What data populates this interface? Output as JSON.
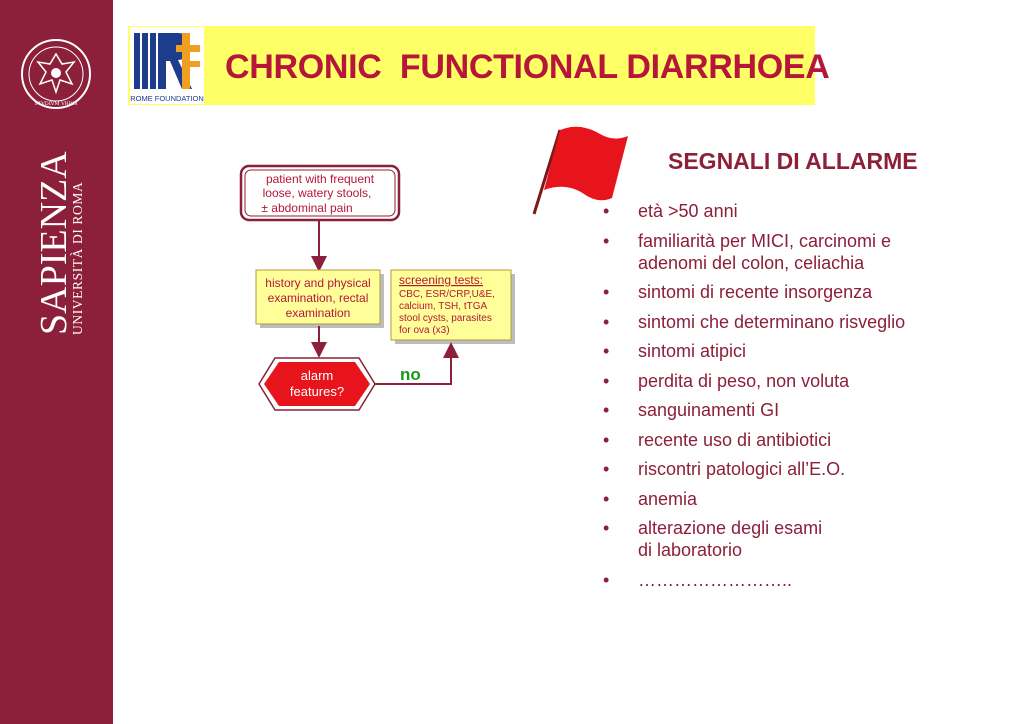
{
  "header": {
    "title": "CHRONIC  FUNCTIONAL DIARRHOEA",
    "logo_caption": "ROME FOUNDATION"
  },
  "sidebar": {
    "university_name": "SAPIENZA",
    "university_subtitle": "UNIVERSITÀ DI ROMA",
    "seal_motto": "STVDIVM VRBIS"
  },
  "flowchart": {
    "start_lines": [
      "patient with frequent",
      "loose, watery stools,",
      "±  abdominal pain"
    ],
    "history_lines": [
      "history and physical",
      "examination,  rectal",
      "examination"
    ],
    "screening_title": "screening tests:",
    "screening_lines": [
      "CBC, ESR/CRP,U&E,",
      "calcium, TSH, tTGA",
      "stool  cysts,  parasites",
      "for ova (x3)"
    ],
    "alarm_lines": [
      "alarm",
      "features?"
    ],
    "no_label": "no"
  },
  "alarm": {
    "title": "SEGNALI DI ALLARME",
    "items": [
      "età >50 anni",
      "familiarità per MICI,  carcinomi e\n adenomi del colon, celiachia",
      "sintomi di recente insorgenza",
      "sintomi che determinano risveglio",
      "sintomi atipici",
      "perdita di peso, non voluta",
      "sanguinamenti GI",
      "recente uso di antibiotici",
      "riscontri patologici  all’E.O.",
      "anemia",
      "alterazione degli esami\n di laboratorio",
      "…………………….."
    ]
  },
  "colors": {
    "sidebar": "#8c1f3a",
    "title": "#b5163a",
    "header_band": "#ffff66",
    "flag": "#e8141c",
    "no_label": "#1a9a1a"
  }
}
